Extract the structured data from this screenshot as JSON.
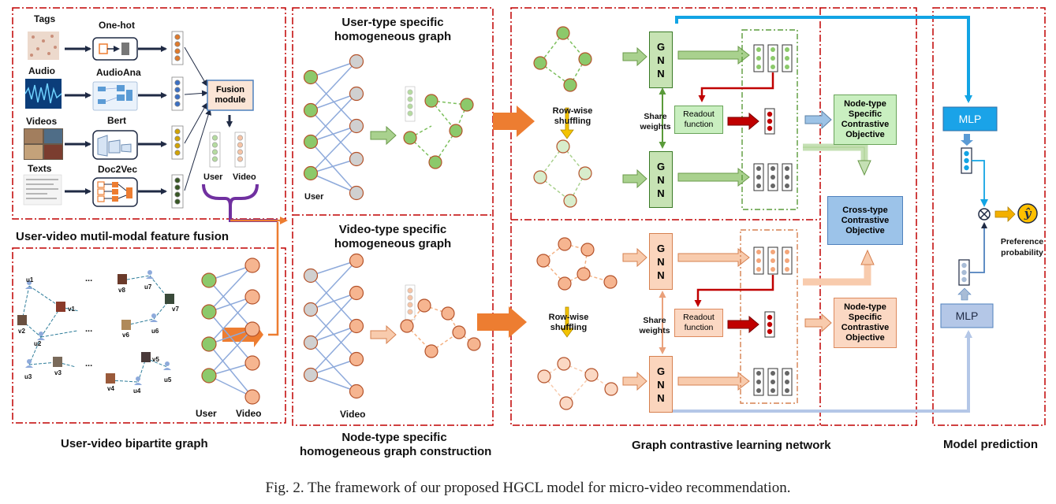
{
  "caption": "Fig. 2.    The framework of our proposed HGCL model for micro-video recommendation.",
  "fusion": {
    "inputs": [
      "Tags",
      "Audio",
      "Videos",
      "Texts"
    ],
    "encoders": [
      "One-hot",
      "AudioAna",
      "Bert",
      "Doc2Vec"
    ],
    "module": "Fusion module",
    "user": "User",
    "video": "Video",
    "title": "User-video mutil-modal feature fusion"
  },
  "bipartite": {
    "title": "User-video bipartite graph",
    "nodes": [
      "u1",
      "u2",
      "u3",
      "u4",
      "u5",
      "u6",
      "u7",
      "v1",
      "v2",
      "v3",
      "v4",
      "v5",
      "v6",
      "v7",
      "v8"
    ],
    "ellipsis": "...",
    "user": "User",
    "video": "Video"
  },
  "homogeneous": {
    "user_title": "User-type specific homogeneous graph",
    "user_label": "User",
    "video_title": "Video-type specific homogeneous graph",
    "video_label": "Video",
    "title_line1": "Node-type specific",
    "title_line2": "homogeneous graph construction"
  },
  "gcl": {
    "gnn": "GNN",
    "shuffle": "Row-wise shuffling",
    "share": "Share weights",
    "readout": "Readout function",
    "node_obj": "Node-type Specific Contrastive Objective",
    "cross_obj": "Cross-type Contrastive Objective",
    "title": "Graph contrastive learning network"
  },
  "prediction": {
    "mlp": "MLP",
    "pref": "Preference probability",
    "yhat": "ŷ",
    "title": "Model prediction"
  },
  "colors": {
    "green": "#8cc96b",
    "orange": "#f6b590",
    "node_border": "#b4522a",
    "gray": "#cfcfcf",
    "blue": "#5b9bd5",
    "dash": "#c00000",
    "edge": "#8eaadb"
  }
}
